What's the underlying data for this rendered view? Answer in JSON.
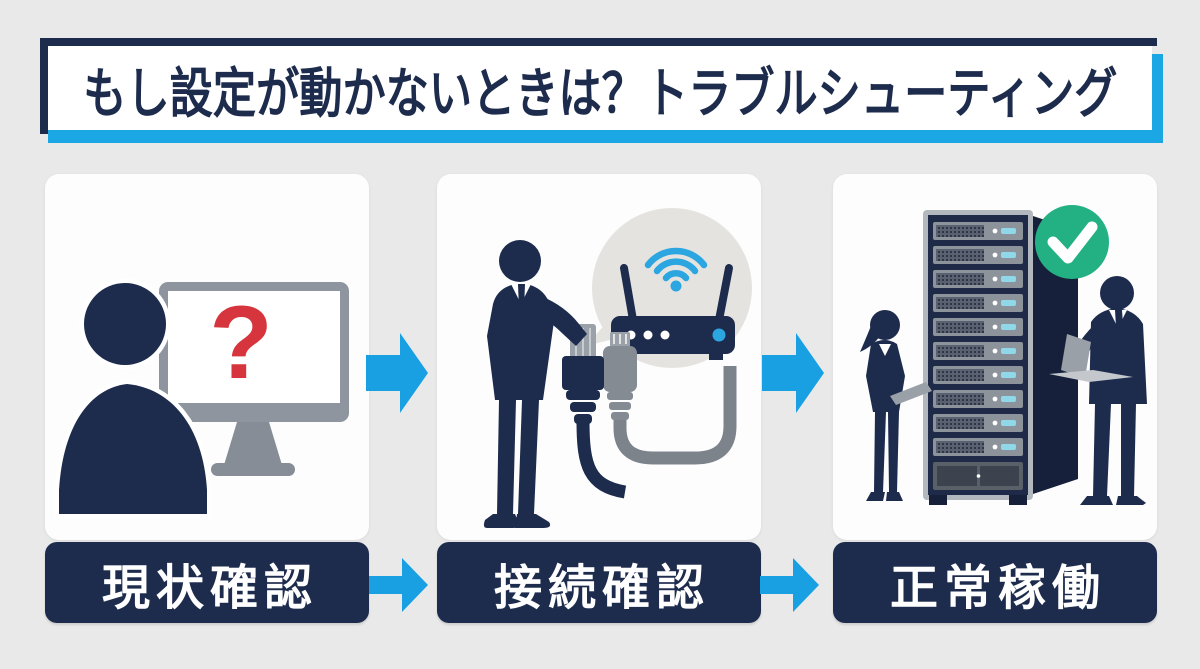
{
  "page": {
    "background_color": "#e9e9e9"
  },
  "title": {
    "text": "もし設定が動かないときは？トラブルシューティング",
    "text_color": "#1d2b4d",
    "frame_navy_color": "#1d2b4d",
    "frame_cyan_color": "#1ba6e4",
    "box_background": "#ffffff"
  },
  "flow": {
    "arrow_color": "#18a0e2",
    "arrows": [
      "between-step-1-and-2-illustration",
      "between-step-2-and-3-illustration",
      "between-step-1-and-2-label",
      "between-step-2-and-3-label"
    ]
  },
  "steps": [
    {
      "label": "現状確認",
      "illustration": "person-looking-at-monitor-with-red-question-mark",
      "colors": {
        "silhouette": "#1d2b4d",
        "monitor_gray": "#8e959e",
        "question_mark_red": "#d6353d"
      }
    },
    {
      "label": "接続確認",
      "illustration": "person-checking-lan-cables-with-wifi-router-speech-bubble",
      "colors": {
        "silhouette": "#1d2b4d",
        "bubble_gray": "#e4e3e0",
        "wifi_blue": "#2ba6e0",
        "cable_gray": "#7d838a"
      }
    },
    {
      "label": "正常稼働",
      "illustration": "two-engineers-with-server-rack-and-green-check",
      "colors": {
        "silhouette": "#1d2b4d",
        "rack_navy": "#1e2a47",
        "check_badge_green": "#23b183"
      }
    }
  ],
  "step_label_style": {
    "background": "#1d2b4d",
    "text_color": "#ffffff"
  }
}
